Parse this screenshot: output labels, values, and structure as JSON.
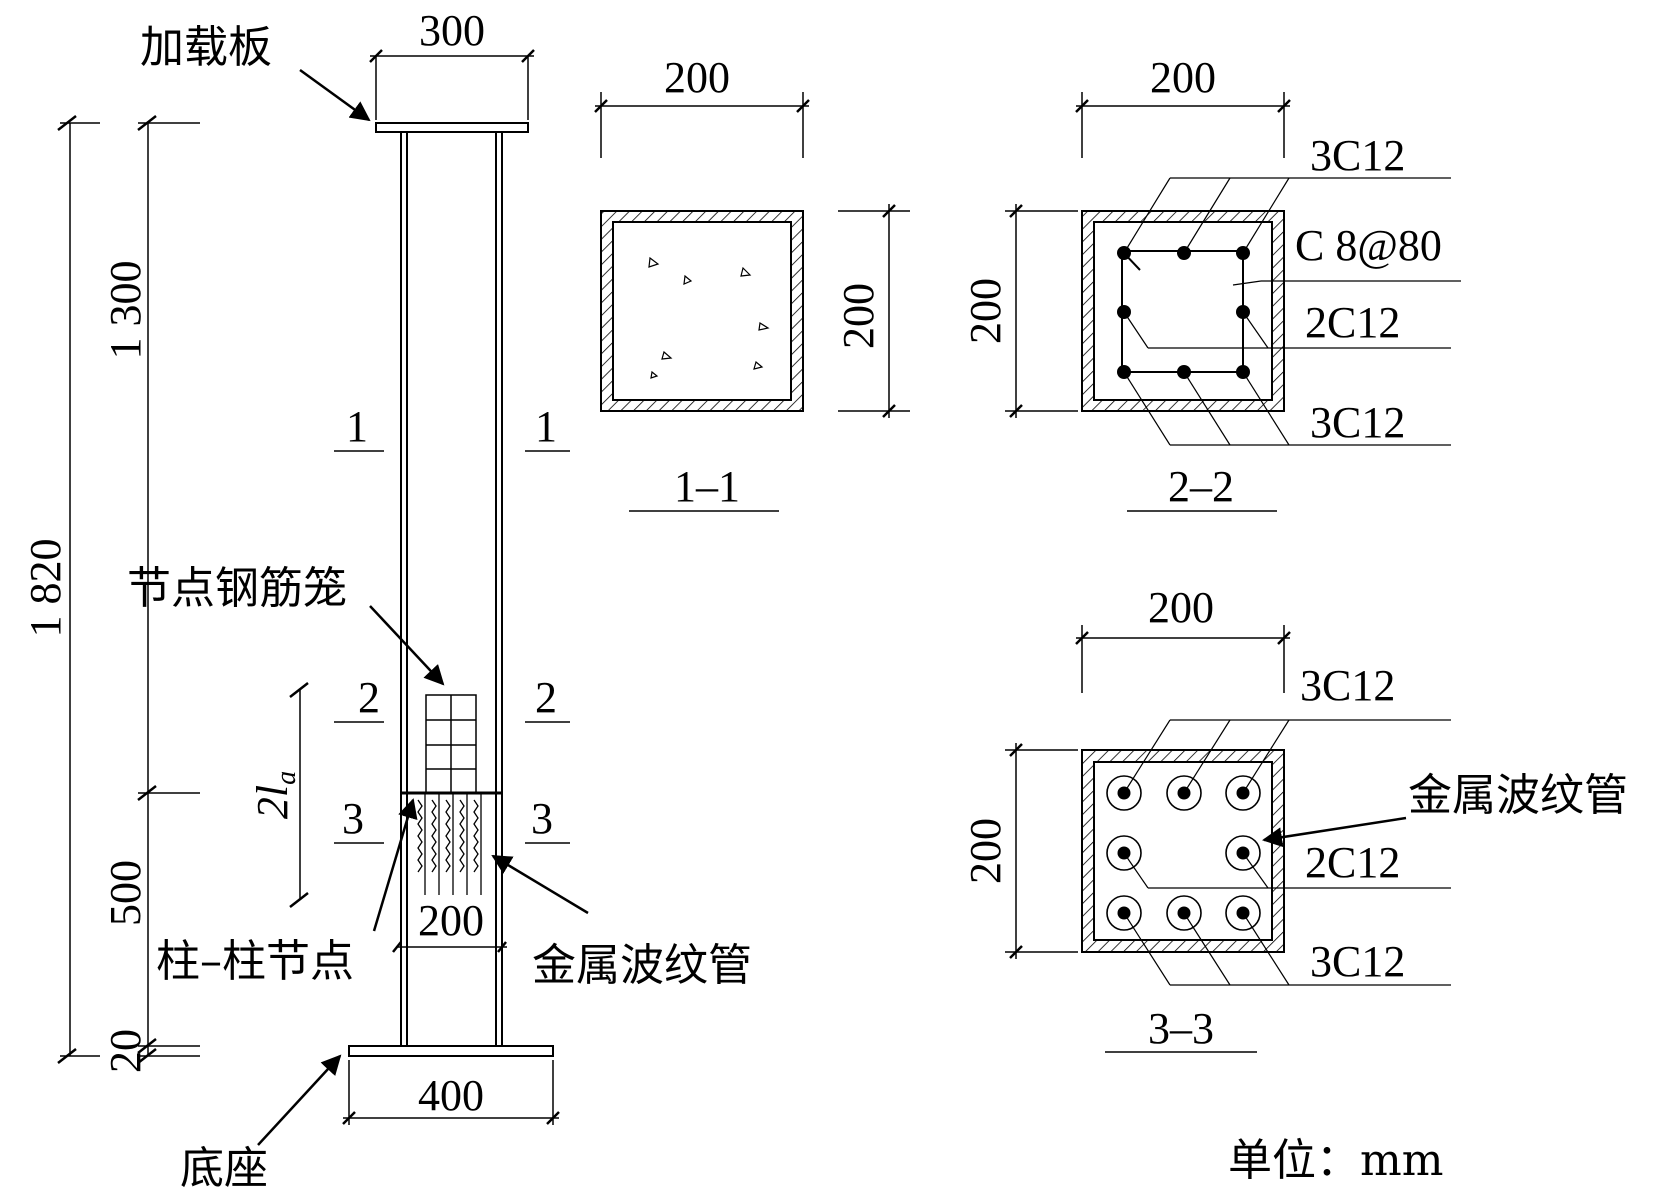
{
  "labels": {
    "loading_plate": "加载板",
    "node_cage": "节点钢筋笼",
    "column_joint": "柱–柱节点",
    "corrugated_pipe": "金属波纹管",
    "base": "底座",
    "units": "单位：mm"
  },
  "dims": {
    "top_plate_width": "300",
    "base_width": "400",
    "total_height": "1 820",
    "upper_height": "1 300",
    "lower_height": "500",
    "base_height": "20",
    "joint_inner_width": "200",
    "anchorage": "2l",
    "anchorage_sub": "a"
  },
  "section_marks": {
    "s1": "1",
    "s2": "2",
    "s3": "3"
  },
  "sections": {
    "s11": {
      "title": "1–1",
      "width": "200",
      "height": "200"
    },
    "s22": {
      "title": "2–2",
      "width": "200",
      "height": "200",
      "top_bars": "3C12",
      "stirrup": "C 8@80",
      "mid_bars": "2C12",
      "bot_bars": "3C12"
    },
    "s33": {
      "title": "3–3",
      "width": "200",
      "height": "200",
      "top_bars": "3C12",
      "pipe": "金属波纹管",
      "mid_bars": "2C12",
      "bot_bars": "3C12"
    }
  }
}
